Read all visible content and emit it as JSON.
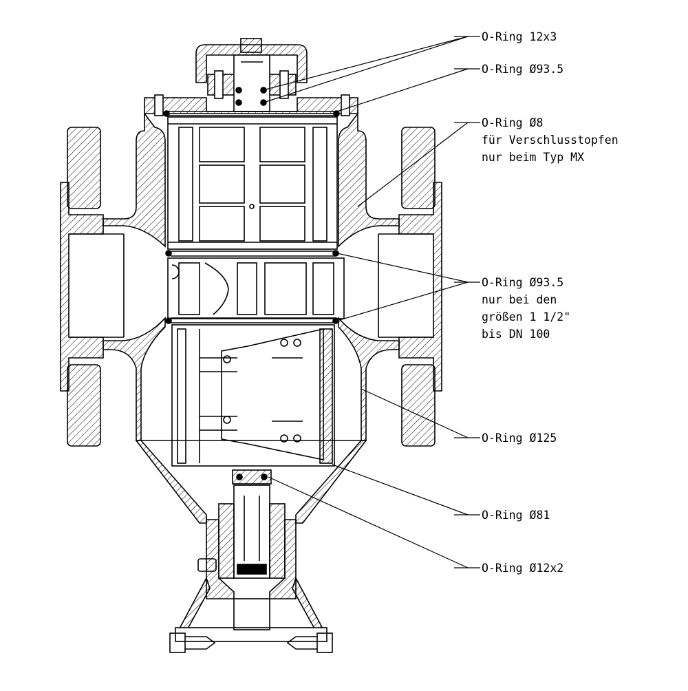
{
  "labels": {
    "oring_12x3": "O-Ring 12x3",
    "oring_93_5_top": "O-Ring Ø93.5",
    "oring_8": [
      "O-Ring Ø8",
      "für Verschlusstopfen",
      "nur beim Typ MX"
    ],
    "oring_93_5_mid": [
      "O-Ring Ø93.5",
      "nur bei den",
      "größen 1 1/2\"",
      "bis DN 100"
    ],
    "oring_125": "O-Ring Ø125",
    "oring_81": "O-Ring Ø81",
    "oring_12x2": "O-Ring Ø12x2"
  },
  "colors": {
    "line": "#000000",
    "background": "#ffffff"
  }
}
